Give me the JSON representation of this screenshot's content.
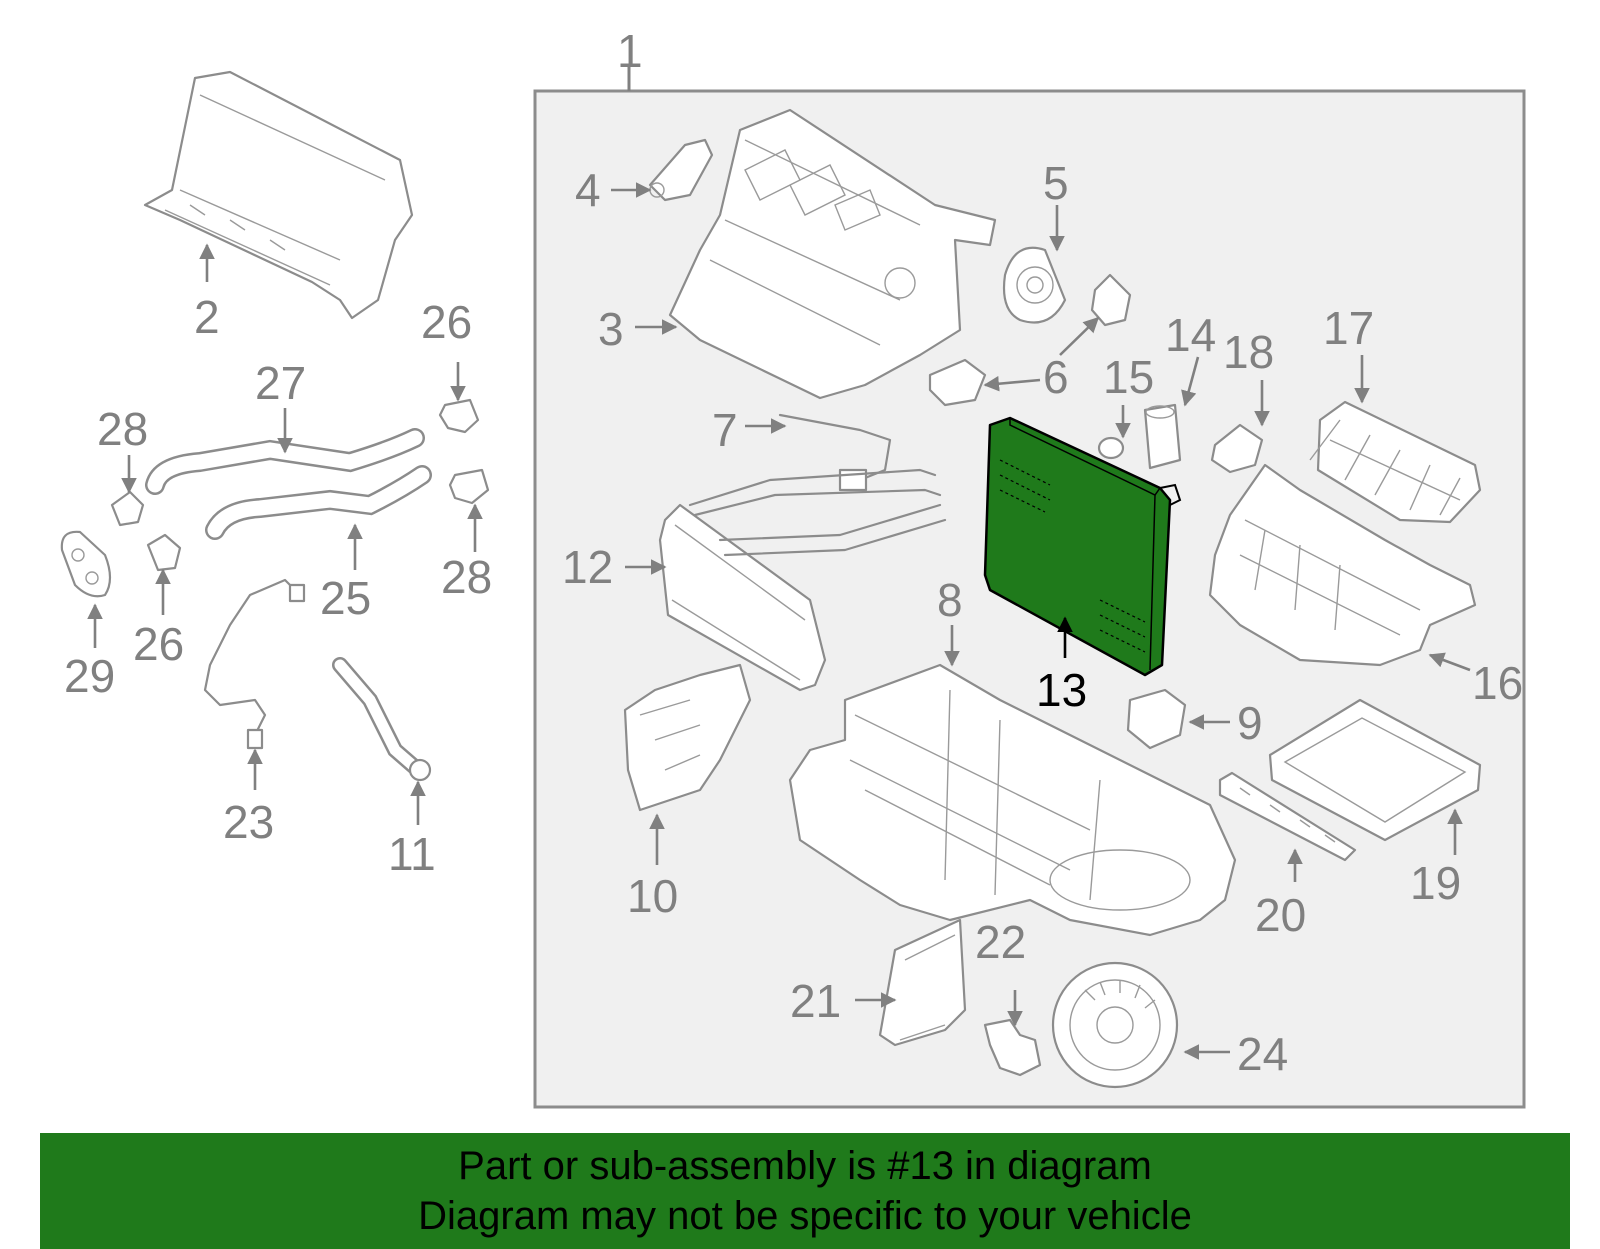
{
  "diagram": {
    "highlight_color": "#1f7a1b",
    "highlighted_part": "13",
    "labels": [
      "1",
      "2",
      "3",
      "4",
      "5",
      "6",
      "7",
      "8",
      "9",
      "10",
      "11",
      "12",
      "13",
      "14",
      "15",
      "16",
      "17",
      "18",
      "19",
      "20",
      "21",
      "22",
      "23",
      "24",
      "25",
      "26",
      "26",
      "27",
      "28",
      "28",
      "29"
    ]
  },
  "banner": {
    "line1": "Part or sub-assembly is #13 in diagram",
    "line2": "Diagram may not be specific to your vehicle",
    "background": "#1f7a1b"
  }
}
